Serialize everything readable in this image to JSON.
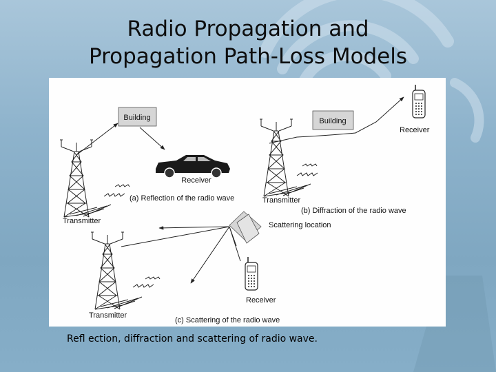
{
  "title": {
    "line1": "Radio Propagation and",
    "line2": "Propagation Path-Loss Models"
  },
  "caption": "Refl ection, diffraction and scattering of radio wave.",
  "diagram": {
    "panel_a": {
      "building": "Building",
      "receiver": "Receiver",
      "transmitter": "Transmitter",
      "label": "(a) Reflection of the radio wave"
    },
    "panel_b": {
      "building": "Building",
      "receiver": "Receiver",
      "transmitter": "Transmitter",
      "label": "(b) Diffraction of the radio wave"
    },
    "panel_c": {
      "scattering_location": "Scattering location",
      "receiver": "Receiver",
      "transmitter": "Transmitter",
      "label": "(c) Scattering of the radio wave"
    }
  },
  "colors": {
    "background": "#8eb3cc",
    "building_fill": "#d6d6d6",
    "figure_bg": "#fefefe"
  },
  "icons": [
    "cell-tower-icon",
    "car-icon",
    "mobile-phone-icon",
    "wifi-signal-decoration"
  ]
}
